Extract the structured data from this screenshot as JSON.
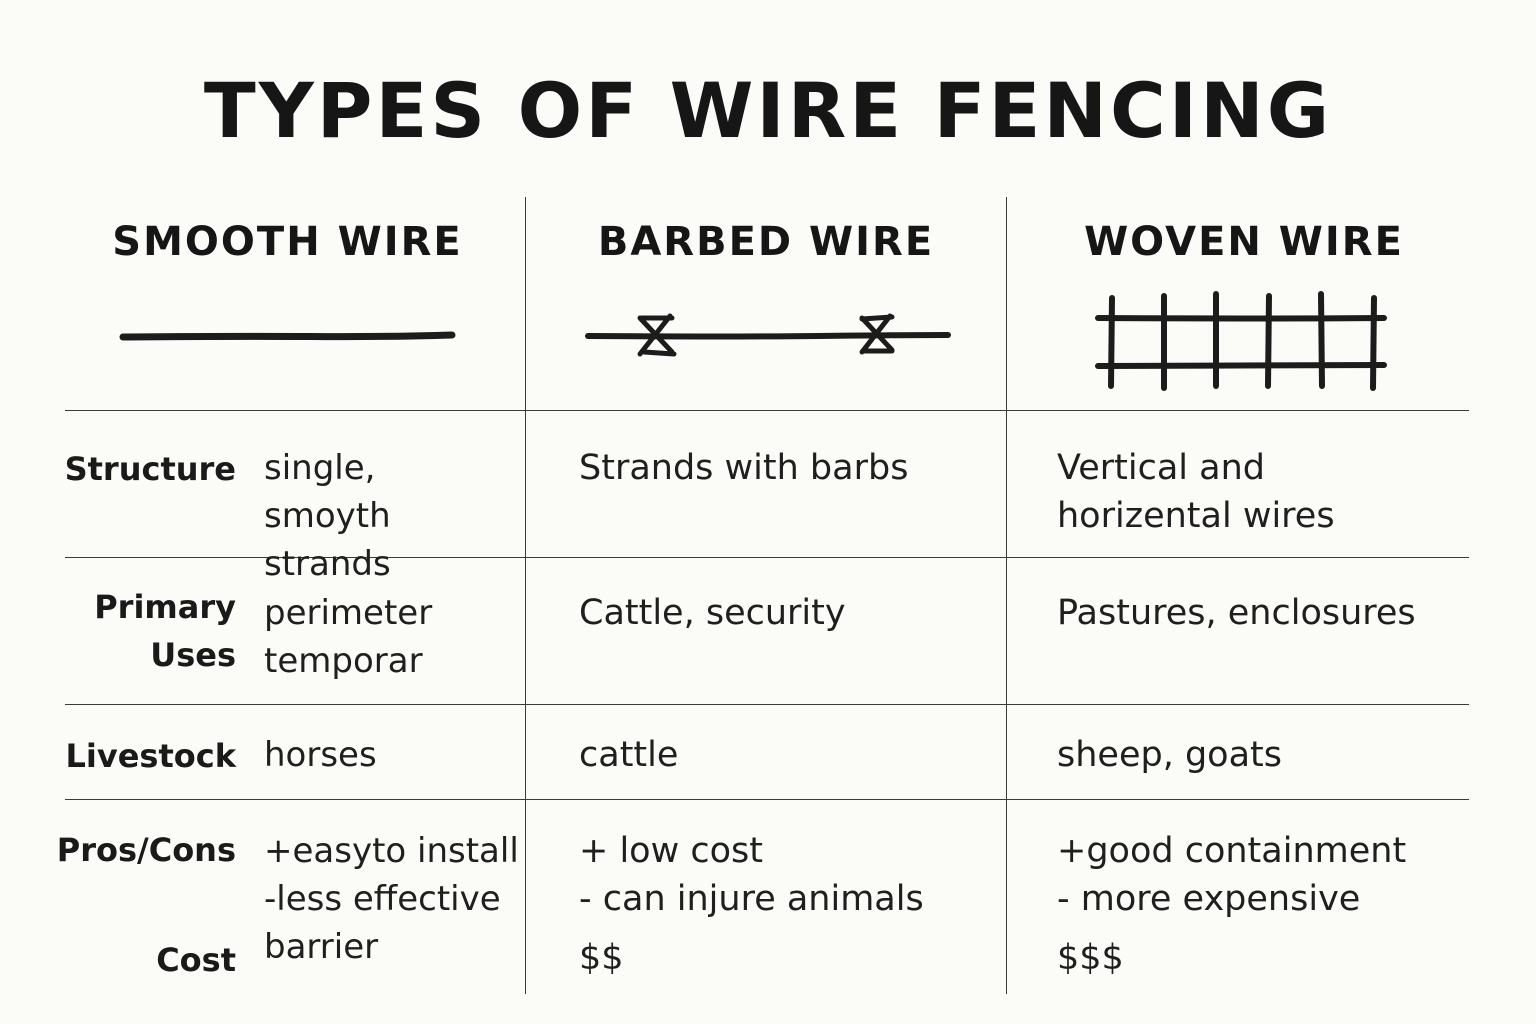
{
  "title": "TYPES OF WIRE FENCING",
  "columns": [
    {
      "name": "SMOOTH WIRE",
      "icon": "smooth-wire-icon",
      "structure": "single,\nsmoyth strands",
      "primary_uses": "perimeter\ntemporar",
      "livestock": "horses",
      "pros_cons": "+easyto install\n-less effective\nbarrier",
      "cost": ""
    },
    {
      "name": "BARBED WIRE",
      "icon": "barbed-wire-icon",
      "structure": "Strands with barbs",
      "primary_uses": "Cattle, security",
      "livestock": "cattle",
      "pros_cons": "+ low cost\n-  can injure animals",
      "cost": "$$"
    },
    {
      "name": "WOVEN WIRE",
      "icon": "woven-wire-icon",
      "structure": "Vertical and\nhorizental wires",
      "primary_uses": "Pastures, enclosures",
      "livestock": "sheep, goats",
      "pros_cons": "+good containment\n-  more expensive",
      "cost": "$$$"
    }
  ],
  "row_labels": {
    "structure": "Structure",
    "primary_uses_line1": "Primary",
    "primary_uses_line2": "Uses",
    "livestock": "Livestock",
    "pros_cons": "Pros/Cons",
    "cost": "Cost"
  },
  "colors": {
    "background": "#fbfbf8",
    "ink": "#1c1c1c",
    "rule": "#3a3a3a"
  }
}
